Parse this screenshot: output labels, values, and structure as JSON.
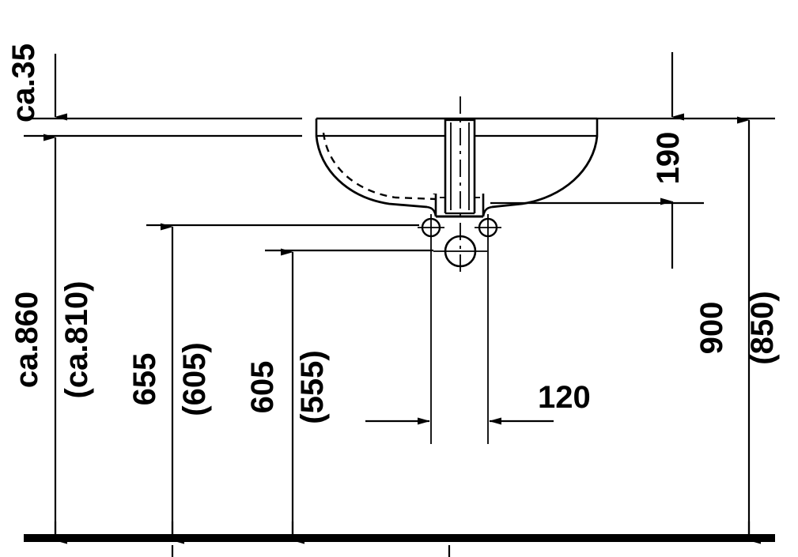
{
  "drawing": {
    "title": "Washbasin installation dimension drawing",
    "units": "mm",
    "line_color": "#000000",
    "background": "#ffffff"
  },
  "dimensions": {
    "top_gap": {
      "label": "ca.35",
      "value": 35,
      "orientation": "vertical-text",
      "position": "top-left"
    },
    "basin_rim_height": {
      "label": "ca.860",
      "value": 860,
      "orientation": "vertical-text",
      "position": "left"
    },
    "basin_rim_height_alt": {
      "label": "(ca.810)",
      "value": 810,
      "orientation": "vertical-text",
      "position": "left"
    },
    "trap_height": {
      "label": "655",
      "value": 655,
      "orientation": "vertical-text",
      "position": "left"
    },
    "trap_height_alt": {
      "label": "(605)",
      "value": 605,
      "orientation": "vertical-text",
      "position": "left"
    },
    "supply_height": {
      "label": "605",
      "value": 605,
      "orientation": "vertical-text",
      "position": "left"
    },
    "supply_height_alt": {
      "label": "(555)",
      "value": 555,
      "orientation": "vertical-text",
      "position": "left"
    },
    "basin_depth": {
      "label": "190",
      "value": 190,
      "orientation": "vertical-text",
      "position": "right"
    },
    "total_height": {
      "label": "900",
      "value": 900,
      "orientation": "vertical-text",
      "position": "right"
    },
    "total_height_alt": {
      "label": "(850)",
      "value": 850,
      "orientation": "vertical-text",
      "position": "right"
    },
    "supply_spacing": {
      "label": "120",
      "value": 120,
      "orientation": "horizontal-text",
      "position": "center-bottom"
    }
  },
  "features": {
    "tap_hole_left": "tap-hole",
    "tap_hole_right": "tap-hole",
    "drain_outlet": "drain-outlet",
    "basin": "washbasin-cross-section",
    "floor": "floor-line",
    "wall_top": "wall-reference-line"
  }
}
